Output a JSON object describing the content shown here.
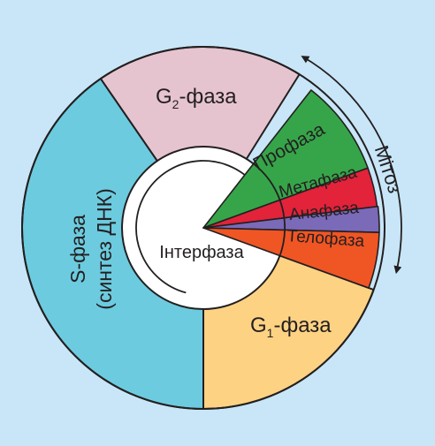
{
  "colors": {
    "background": "#c8e6f8",
    "g2": "#e6c4cf",
    "s": "#6ccbdf",
    "g1": "#fdd283",
    "prophase": "#36a549",
    "metaphase": "#e2233a",
    "anaphase": "#7a6ab8",
    "telophase": "#f05524",
    "outline": "#231f20"
  },
  "phases": {
    "g2": {
      "letter": "G",
      "sub": "2",
      "rest": "-фаза"
    },
    "g1": {
      "letter": "G",
      "sub": "1",
      "rest": "-фаза"
    },
    "s": {
      "line1": "S-фаза",
      "line2": "(синтез ДНК)"
    },
    "prophase": "Профаза",
    "metaphase": "Метафаза",
    "anaphase": "Анафаза",
    "telophase": "Телофаза"
  },
  "labels": {
    "interphase": "Інтерфаза",
    "mitosis": "Мітоз"
  },
  "icons": {
    "interphase_arrow": "arrow-cw-icon",
    "mitosis_arrow": "arrow-cw-icon"
  }
}
